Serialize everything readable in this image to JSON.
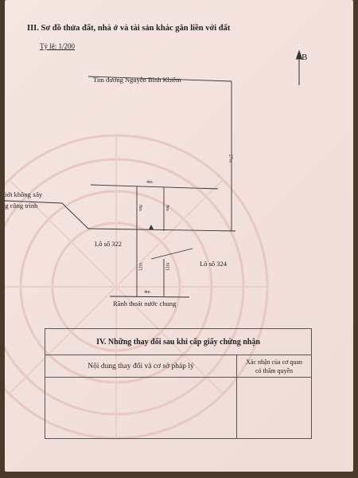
{
  "section": {
    "title": "III. Sơ đồ thửa đất, nhà ở và tài sản khác gắn liền với đất",
    "scale": "Tỷ lệ: 1/200"
  },
  "plan": {
    "road": "Tim đường Nguyễn Bình Khiêm",
    "boundary_note_line1": "giới không xây",
    "boundary_note_line2": "ng công trình",
    "neighbor_left": "Lô số 322",
    "neighbor_right": "Lô số 324",
    "drain": "Rãnh thoát nước chung",
    "north": "B",
    "dims": {
      "total_depth": "27m",
      "front_width": "4m",
      "front_left": "8m",
      "front_right": "8m",
      "rear_left": "12m",
      "rear_right": "12m",
      "rear_width": "4m"
    }
  },
  "changes": {
    "title": "IV. Những thay đổi sau khi cấp giấy chứng nhận",
    "col_content": "Nội dung thay đổi và cơ sở pháp lý",
    "col_confirm_line1": "Xác nhận của cơ quan",
    "col_confirm_line2": "có thẩm quyền"
  }
}
